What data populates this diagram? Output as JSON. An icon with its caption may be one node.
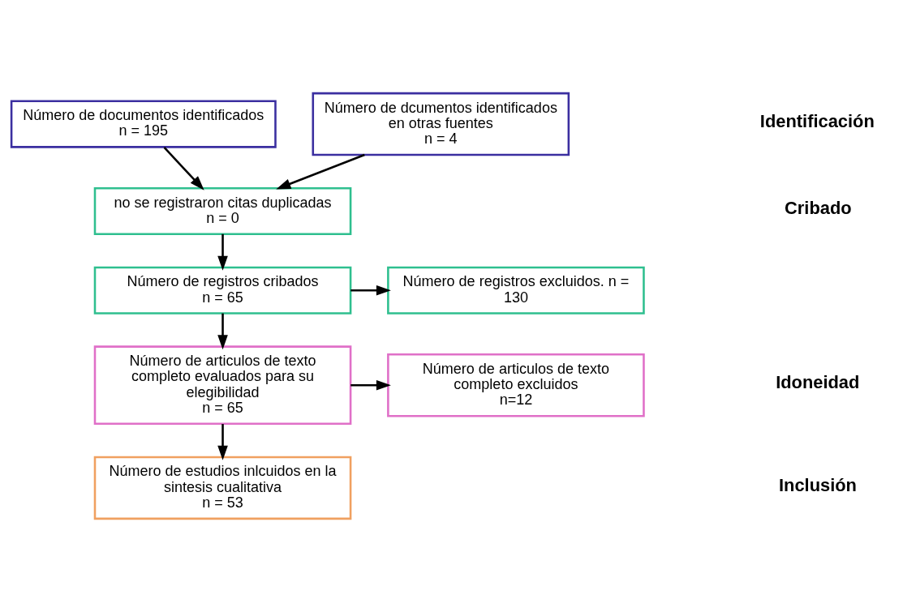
{
  "diagram": {
    "nodes": [
      {
        "text": [
          "Número de documentos identificados",
          "n = 195"
        ]
      },
      {
        "text": [
          "Número de dcumentos identificados en otras fuentes",
          "n = 4"
        ]
      },
      {
        "text": [
          "no se registraron citas duplicadas",
          "n = 0"
        ]
      },
      {
        "text": [
          "Número de registros cribados",
          "n = 65"
        ]
      },
      {
        "text": [
          "Número de registros excluidos. n = 130"
        ]
      },
      {
        "text": [
          "Número de articulos de texto completo evaluados para su elegibilidad",
          "n = 65"
        ]
      },
      {
        "text": [
          "Número de articulos de texto completo excluidos",
          "n=12"
        ]
      },
      {
        "text": [
          "Número de estudios inlcuidos en la sintesis cualitativa",
          "n = 53"
        ]
      }
    ],
    "edges": [
      {
        "from": 0,
        "to": 2,
        "arrow": "to"
      },
      {
        "from": 1,
        "to": 2,
        "arrow": "to"
      },
      {
        "from": 2,
        "to": 3,
        "arrow": "to"
      },
      {
        "from": 3,
        "to": 4,
        "arrow": "to"
      },
      {
        "from": 3,
        "to": 5,
        "arrow": "to"
      },
      {
        "from": 5,
        "to": 6,
        "arrow": "to"
      },
      {
        "from": 5,
        "to": 7,
        "arrow": "to"
      }
    ],
    "labels": [
      "Identificación",
      "Cribado",
      "Idoneidad",
      "Inclusión"
    ]
  }
}
